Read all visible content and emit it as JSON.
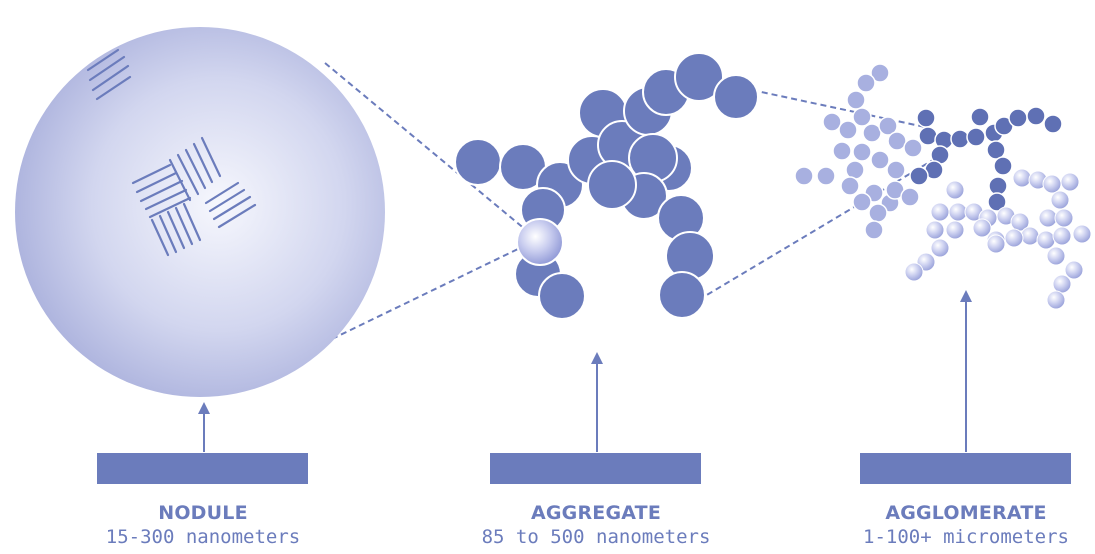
{
  "colors": {
    "primary": "#6b7cbc",
    "dark": "#5f70b4",
    "light_particle": "#a8b0e0",
    "sphere_center": "#f5f6fc",
    "sphere_edge": "#a6acda"
  },
  "stages": [
    {
      "name": "NODULE",
      "range": "15-300 nanometers"
    },
    {
      "name": "AGGREGATE",
      "range": "85 to 500 nanometers"
    },
    {
      "name": "AGGLOMERATE",
      "range": "1-100+ micrometers"
    }
  ]
}
